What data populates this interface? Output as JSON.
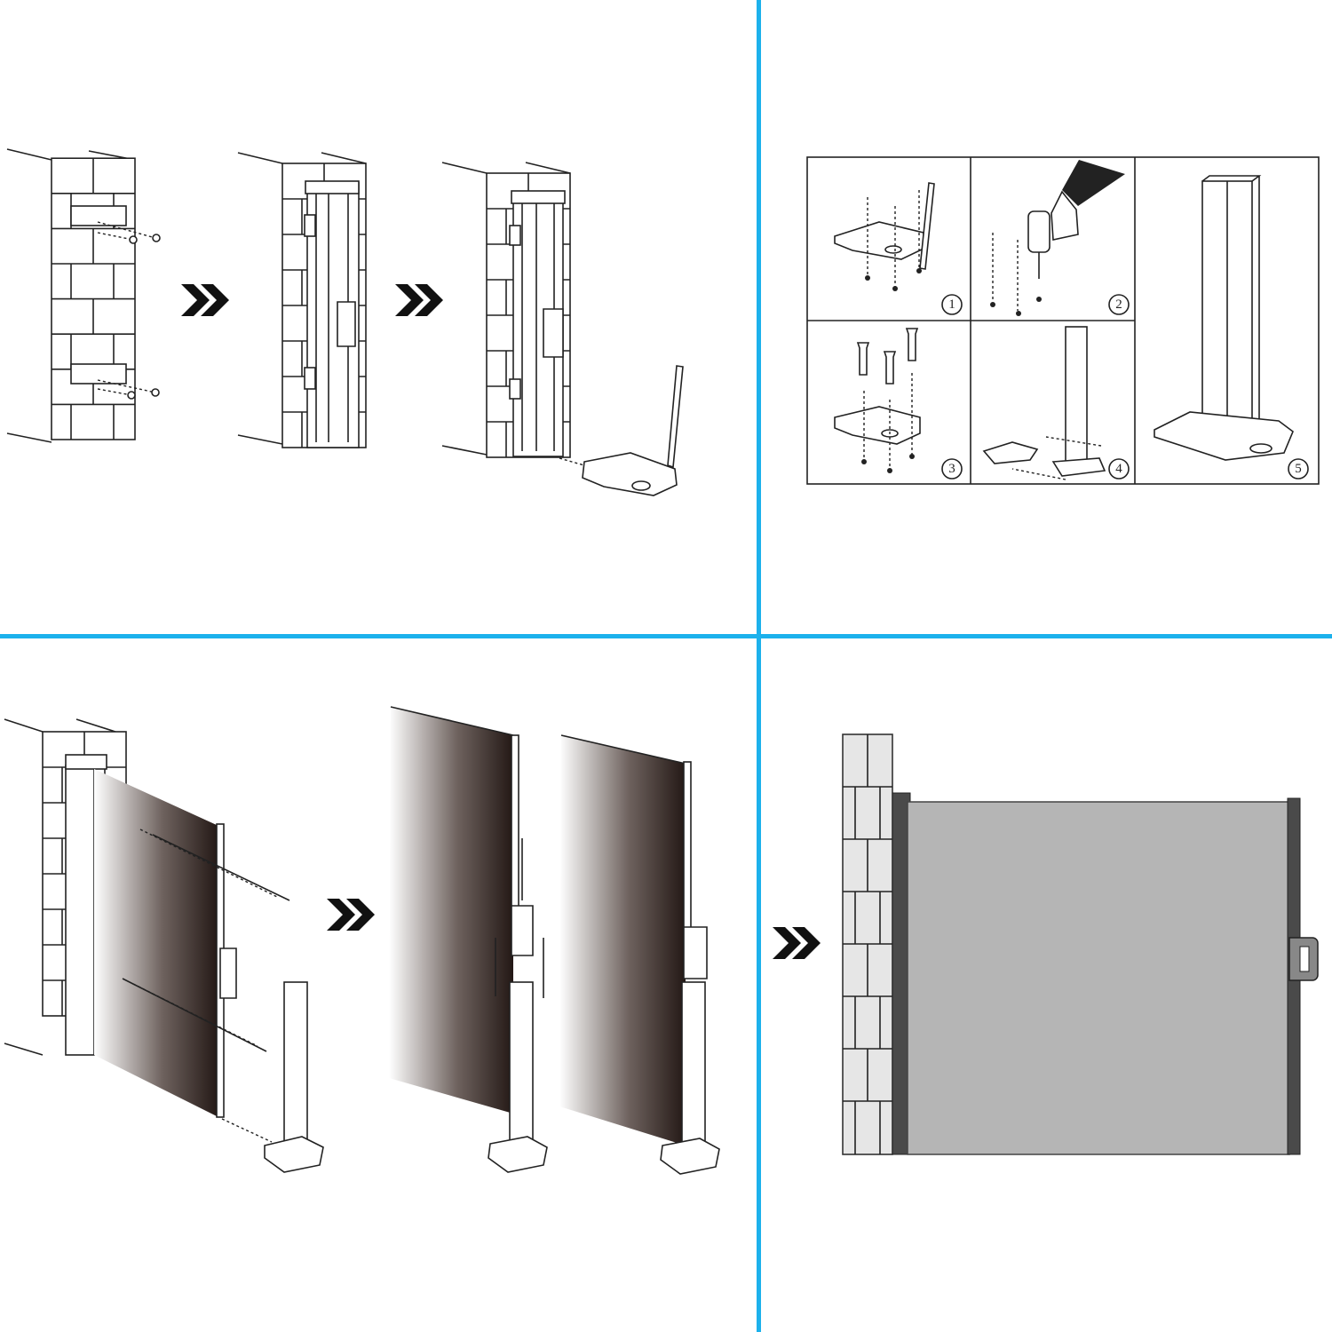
{
  "colors": {
    "divider": "#1cb1ec",
    "ink": "#222222",
    "panel_gray": "#b5b5b5",
    "frame_dark": "#4a4a4a"
  },
  "steps_grid": {
    "labels": [
      "1",
      "2",
      "3",
      "4",
      "5"
    ]
  },
  "icons": [
    "chevron-double-right-icon"
  ]
}
